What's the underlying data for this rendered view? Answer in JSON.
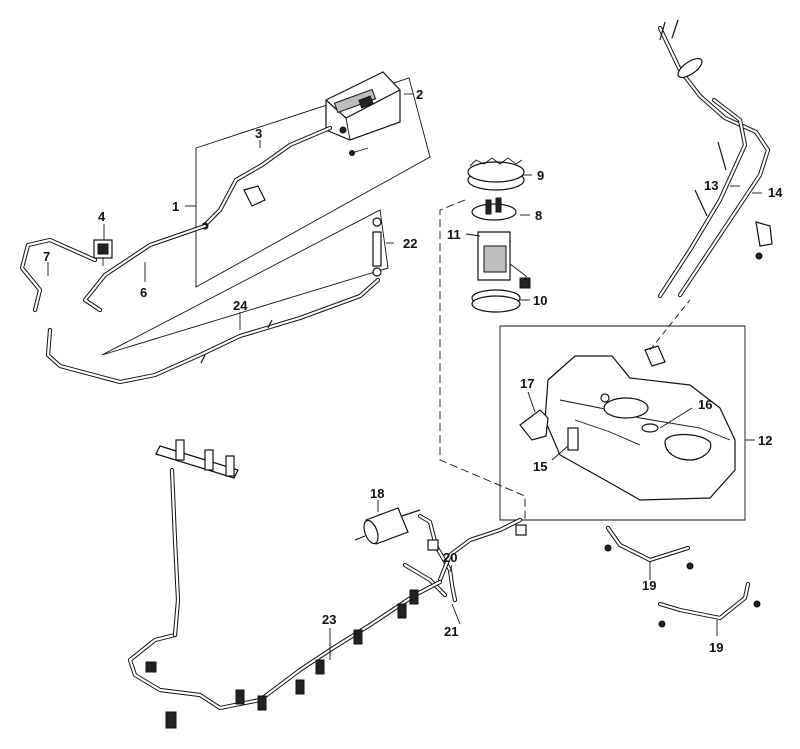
{
  "diagram": {
    "callouts": [
      {
        "id": "1",
        "text": "1"
      },
      {
        "id": "2",
        "text": "2"
      },
      {
        "id": "3",
        "text": "3"
      },
      {
        "id": "4",
        "text": "4"
      },
      {
        "id": "6",
        "text": "6"
      },
      {
        "id": "7",
        "text": "7"
      },
      {
        "id": "8",
        "text": "8"
      },
      {
        "id": "9",
        "text": "9"
      },
      {
        "id": "10",
        "text": "10"
      },
      {
        "id": "11",
        "text": "11"
      },
      {
        "id": "12",
        "text": "12"
      },
      {
        "id": "13",
        "text": "13"
      },
      {
        "id": "14",
        "text": "14"
      },
      {
        "id": "15",
        "text": "15"
      },
      {
        "id": "16",
        "text": "16"
      },
      {
        "id": "17",
        "text": "17"
      },
      {
        "id": "18",
        "text": "18"
      },
      {
        "id": "19a",
        "text": "19"
      },
      {
        "id": "19b",
        "text": "19"
      },
      {
        "id": "20",
        "text": "20"
      },
      {
        "id": "21",
        "text": "21"
      },
      {
        "id": "22",
        "text": "22"
      },
      {
        "id": "23",
        "text": "23"
      },
      {
        "id": "24",
        "text": "24"
      }
    ]
  }
}
